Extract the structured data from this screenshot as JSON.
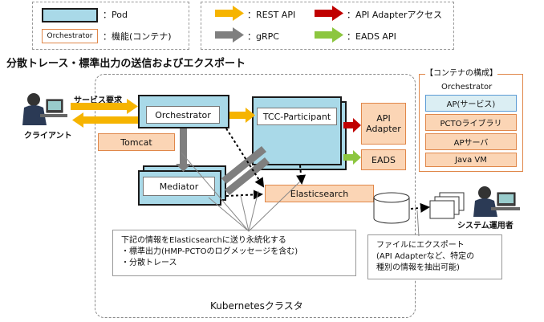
{
  "legend": {
    "pod_label": "：Pod",
    "orchestrator_sample": "Orchestrator",
    "function_label": "：機能(コンテナ)",
    "rest_label": "：REST API",
    "grpc_label": "：gRPC",
    "adapter_access_label": "：API Adapterアクセス",
    "eads_api_label": "：EADS API"
  },
  "title": "分散トレース・標準出力の送信およびエクスポート",
  "client": {
    "label": "クライアント",
    "request_label": "サービス要求"
  },
  "cluster_label": "Kubernetesクラスタ",
  "components": {
    "orchestrator": "Orchestrator",
    "tomcat": "Tomcat",
    "mediator": "Mediator",
    "tcc": "TCC-Participant",
    "api_adapter": "API\nAdapter",
    "eads": "EADS",
    "elasticsearch": "Elasticsearch"
  },
  "container_structure": {
    "title": "【コンテナの構成】",
    "header": "Orchestrator",
    "layers": [
      "AP(サービス)",
      "PCTOライブラリ",
      "APサーバ",
      "Java VM"
    ]
  },
  "note_persist": {
    "line1": "下記の情報をElasticsearchに送り永続化する",
    "line2": "・標準出力(HMP-PCTOのログメッセージを含む)",
    "line3": "・分散トレース"
  },
  "note_export": {
    "line1": "ファイルにエクスポート",
    "line2": "(API Adapterなど、特定の",
    "line3": "種別の情報を抽出可能)"
  },
  "operator_label": "システム運用者",
  "colors": {
    "rest": "#f6b400",
    "grpc": "#7f7f7f",
    "adapter": "#c00000",
    "eads": "#8cc63f",
    "pod": "#a9d9e8",
    "container": "#fbd5b5",
    "ap_service": "#dbeef3"
  }
}
